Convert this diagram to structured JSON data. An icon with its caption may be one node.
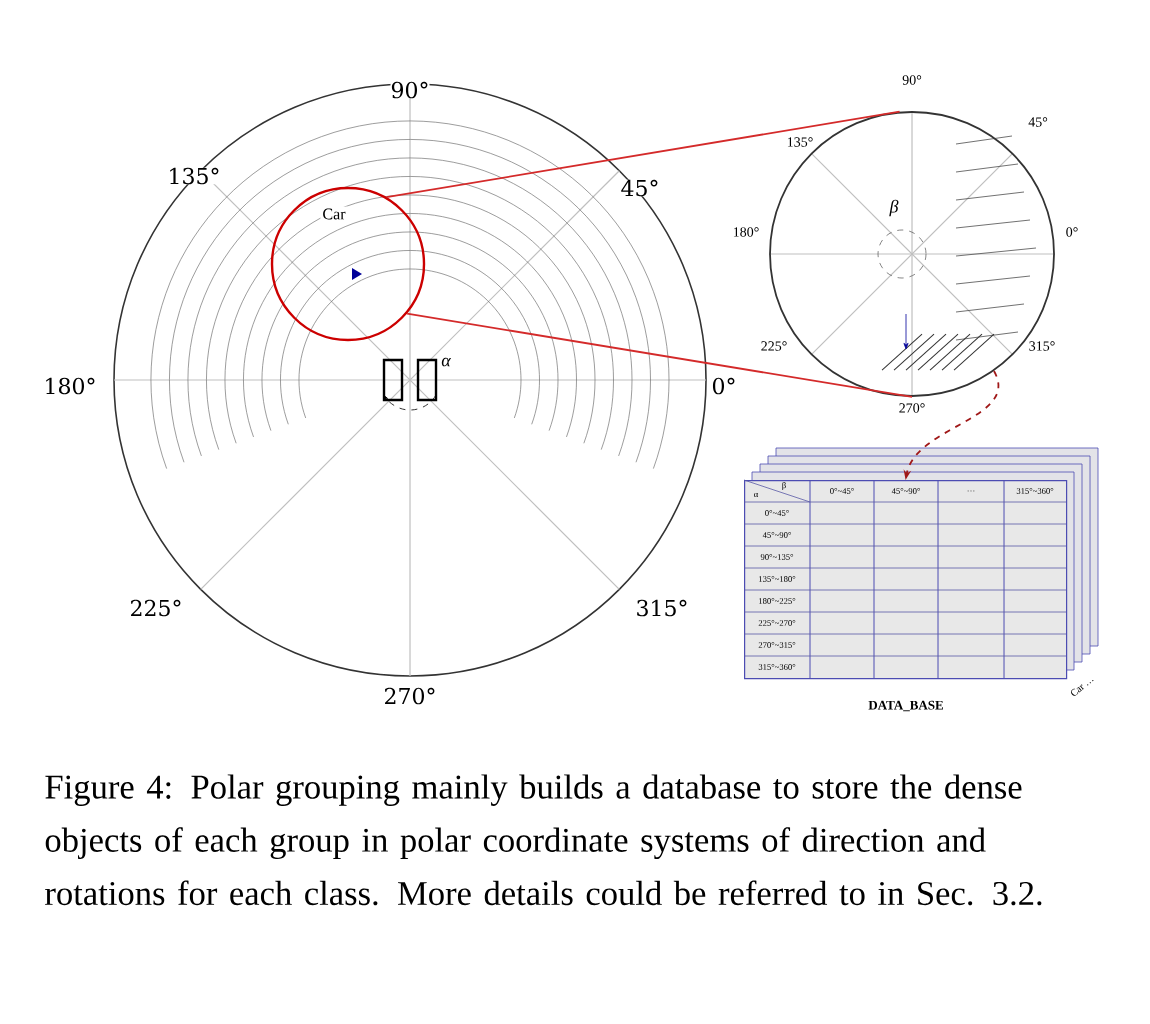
{
  "diagram": {
    "caption": "Figure 4: Polar grouping mainly builds a database to store the dense objects of each group in polar coordinate systems of direction and rotations for each class. More details could be referred to in Sec. 3.2.",
    "nodes": [
      {
        "text": [
          "Car"
        ]
      },
      {
        "text": [],
        "shape": "circle",
        "beside": [
          "90°",
          "135°",
          "45°",
          "180°",
          "0°",
          "225°",
          "315°",
          "270°"
        ]
      },
      {
        "text": [
          "α",
          "β",
          "0°~45°",
          "45°~90°",
          "…",
          "315°~360°",
          "0°~45°",
          "45°~90°",
          "90°~135°",
          "135°~180°",
          "180°~225°",
          "225°~270°",
          "270°~315°",
          "315°~360°"
        ],
        "beside": [
          "DATA_BASE",
          "Car …"
        ]
      }
    ],
    "edges": [
      {
        "from": 0,
        "to": 1,
        "arrow": "none",
        "color": "#d42a2a"
      },
      {
        "from": 0,
        "to": 1,
        "arrow": "none",
        "color": "#d42a2a"
      },
      {
        "from": 1,
        "to": 2,
        "arrow": "to",
        "style": "dashed",
        "color": "#a01818"
      }
    ],
    "labels": [
      "90°",
      "135°",
      "45°",
      "180°",
      "0°",
      "225°",
      "315°",
      "270°",
      "α",
      "β"
    ]
  }
}
